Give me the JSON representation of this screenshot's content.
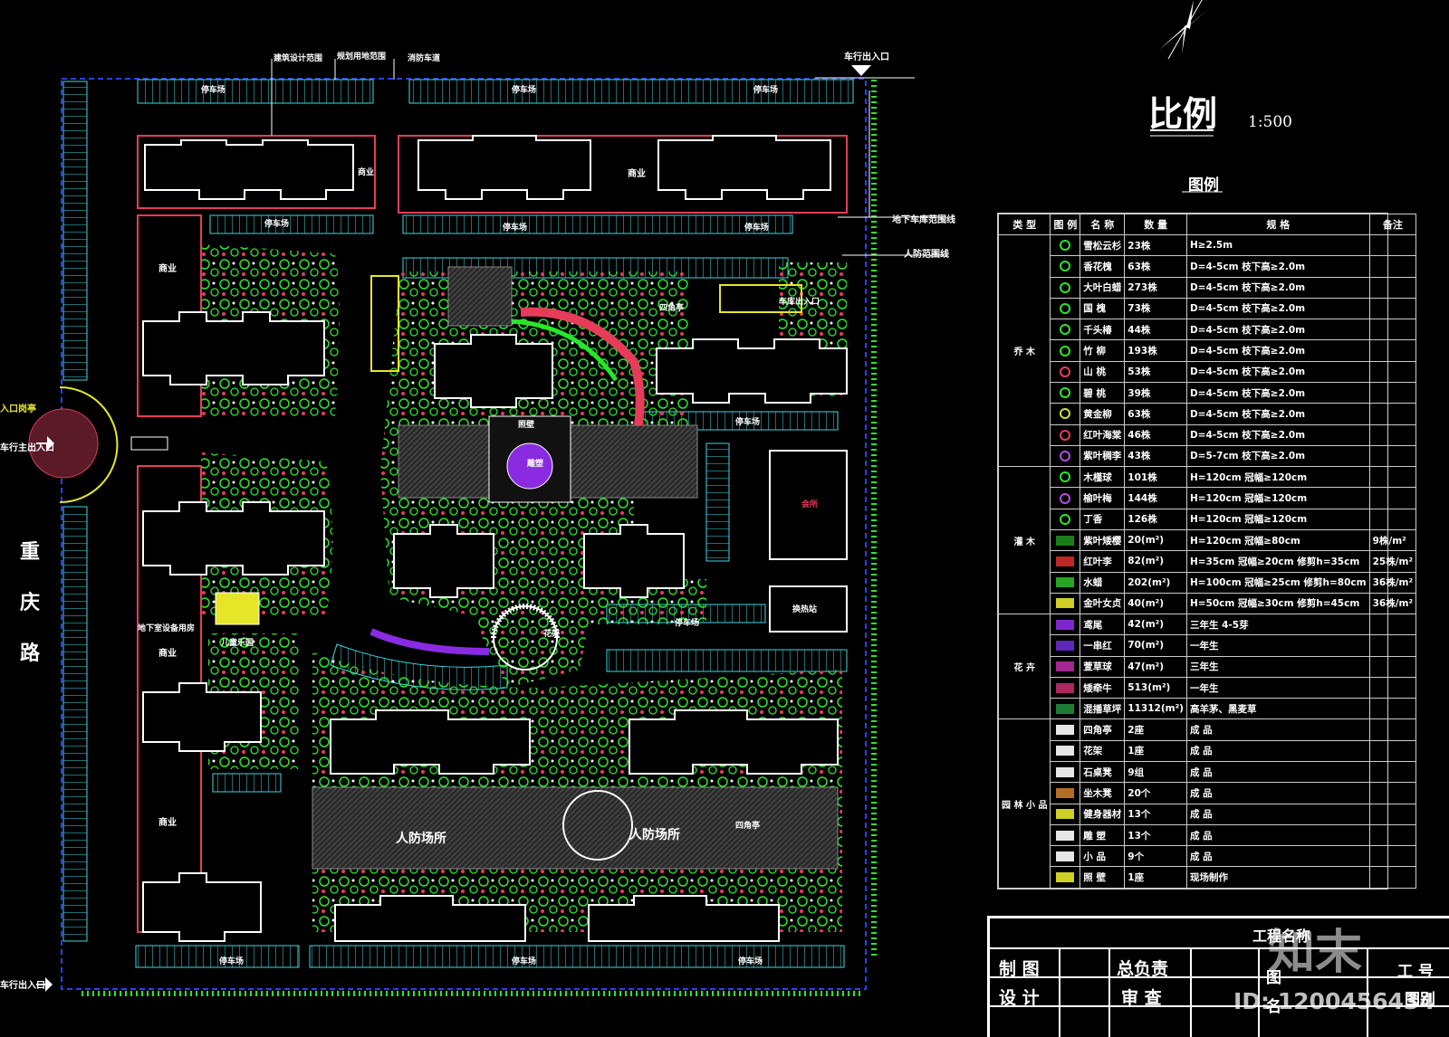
{
  "scale": {
    "title": "比例",
    "value": "1:500"
  },
  "legend_heading": "图例",
  "legend_headers": [
    "类 型",
    "图 例",
    "名 称",
    "数 量",
    "规 格",
    "备注"
  ],
  "legend_categories": {
    "trees": "乔 木",
    "shrubs": "灌 木",
    "flowers": "花 卉",
    "amenities": "园 林 小 品"
  },
  "legend_rows": [
    {
      "name": "雪松云杉",
      "qty": "23株",
      "spec": "H≥2.5m",
      "note": "",
      "cat": "trees",
      "color": "#29e629"
    },
    {
      "name": "香花槐",
      "qty": "63株",
      "spec": "D=4-5cm  枝下高≥2.0m",
      "note": "",
      "cat": "trees",
      "color": "#29e629"
    },
    {
      "name": "大叶白蜡",
      "qty": "273株",
      "spec": "D=4-5cm  枝下高≥2.0m",
      "note": "",
      "cat": "trees",
      "color": "#29e629"
    },
    {
      "name": "国 槐",
      "qty": "73株",
      "spec": "D=4-5cm  枝下高≥2.0m",
      "note": "",
      "cat": "trees",
      "color": "#29e629"
    },
    {
      "name": "千头椿",
      "qty": "44株",
      "spec": "D=4-5cm  枝下高≥2.0m",
      "note": "",
      "cat": "trees",
      "color": "#29e629"
    },
    {
      "name": "竹 柳",
      "qty": "193株",
      "spec": "D=4-5cm  枝下高≥2.0m",
      "note": "",
      "cat": "trees",
      "color": "#29e629"
    },
    {
      "name": "山 桃",
      "qty": "53株",
      "spec": "D=4-5cm  枝下高≥2.0m",
      "note": "",
      "cat": "trees",
      "color": "#e63c5a"
    },
    {
      "name": "碧 桃",
      "qty": "39株",
      "spec": "D=4-5cm  枝下高≥2.0m",
      "note": "",
      "cat": "trees",
      "color": "#29e629"
    },
    {
      "name": "黄金柳",
      "qty": "63株",
      "spec": "D=4-5cm  枝下高≥2.0m",
      "note": "",
      "cat": "trees",
      "color": "#c8e629"
    },
    {
      "name": "红叶海棠",
      "qty": "46株",
      "spec": "D=4-5cm  枝下高≥2.0m",
      "note": "",
      "cat": "trees",
      "color": "#e63c5a"
    },
    {
      "name": "紫叶稠李",
      "qty": "43株",
      "spec": "D=5-7cm  枝下高≥2.0m",
      "note": "",
      "cat": "trees",
      "color": "#b44ce6"
    },
    {
      "name": "木槿球",
      "qty": "101株",
      "spec": "H=120cm 冠幅≥120cm",
      "note": "",
      "cat": "shrubs",
      "color": "#29e629"
    },
    {
      "name": "榆叶梅",
      "qty": "144株",
      "spec": "H=120cm 冠幅≥120cm",
      "note": "",
      "cat": "shrubs",
      "color": "#b44ce6"
    },
    {
      "name": "丁香",
      "qty": "126株",
      "spec": "H=120cm 冠幅≥120cm",
      "note": "",
      "cat": "shrubs",
      "color": "#29e629"
    },
    {
      "name": "紫叶矮樱",
      "qty": "20(m²)",
      "spec": "H=120cm 冠幅≥80cm",
      "note": "9株/m²",
      "cat": "shrubs",
      "color": "#1f8a1f"
    },
    {
      "name": "红叶李",
      "qty": "82(m²)",
      "spec": "H=35cm 冠幅≥20cm  修剪h=35cm",
      "note": "25株/m²",
      "cat": "shrubs",
      "color": "#d42a2a"
    },
    {
      "name": "水蜡",
      "qty": "202(m²)",
      "spec": "H=100cm 冠幅≥25cm 修剪h=80cm",
      "note": "36株/m²",
      "cat": "shrubs",
      "color": "#29b629"
    },
    {
      "name": "金叶女贞",
      "qty": "40(m²)",
      "spec": "H=50cm 冠幅≥30cm  修剪h=45cm",
      "note": "36株/m²",
      "cat": "shrubs",
      "color": "#e6e629"
    },
    {
      "name": "鸢尾",
      "qty": "42(m²)",
      "spec": "三年生   4-5芽",
      "note": "",
      "cat": "flowers",
      "color": "#8a2be2"
    },
    {
      "name": "一串红",
      "qty": "70(m²)",
      "spec": "一年生",
      "note": "",
      "cat": "flowers",
      "color": "#6a2bd2"
    },
    {
      "name": "萱草球",
      "qty": "47(m²)",
      "spec": "三年生",
      "note": "",
      "cat": "flowers",
      "color": "#b42ba2"
    },
    {
      "name": "矮牵牛",
      "qty": "513(m²)",
      "spec": "一年生",
      "note": "",
      "cat": "flowers",
      "color": "#c02a6a"
    },
    {
      "name": "混播草坪",
      "qty": "11312(m²)",
      "spec": "高羊茅、黑麦草",
      "note": "",
      "cat": "flowers",
      "color": "#1f8a3a"
    },
    {
      "name": "四角亭",
      "qty": "2座",
      "spec": "成 品",
      "note": "",
      "cat": "amenities",
      "color": "#ffffff"
    },
    {
      "name": "花架",
      "qty": "1座",
      "spec": "成 品",
      "note": "",
      "cat": "amenities",
      "color": "#ffffff"
    },
    {
      "name": "石桌凳",
      "qty": "9组",
      "spec": "成 品",
      "note": "",
      "cat": "amenities",
      "color": "#ffffff"
    },
    {
      "name": "坐木凳",
      "qty": "20个",
      "spec": "成 品",
      "note": "",
      "cat": "amenities",
      "color": "#c8782a"
    },
    {
      "name": "健身器材",
      "qty": "13个",
      "spec": "成 品",
      "note": "",
      "cat": "amenities",
      "color": "#e6e629"
    },
    {
      "name": "雕 塑",
      "qty": "13个",
      "spec": "成 品",
      "note": "",
      "cat": "amenities",
      "color": "#ffffff"
    },
    {
      "name": "小 品",
      "qty": "9个",
      "spec": "成 品",
      "note": "",
      "cat": "amenities",
      "color": "#ffffff"
    },
    {
      "name": "照 壁",
      "qty": "1座",
      "spec": "现场制作",
      "note": "",
      "cat": "amenities",
      "color": "#e6e629"
    }
  ],
  "title_block": {
    "project_name": "工程名称",
    "drawn": "制 图",
    "chief": "总负责",
    "design": "设 计",
    "review": "审 查",
    "drawing_name": "图 名",
    "code": "工 号",
    "category": "图别"
  },
  "watermark": {
    "brand": "知末",
    "id": "ID: 1200456434"
  },
  "plan_labels": {
    "road_name": [
      "重",
      "庆",
      "路"
    ],
    "entrance_left": "入口岗亭",
    "vehicle_main": "车行主出入口",
    "vehicle_secondary": "车行出入口",
    "vehicle_top": "车行出入口",
    "building_line": "建筑设计范围",
    "planning_line": "规划用地范围",
    "fire_lane": "消防车道",
    "underground_line": "地下车库范围线",
    "civil_defense_line": "人防范围线",
    "parking": "停车场",
    "commercial": "商业",
    "underground_room": "地下室设备用房",
    "kids_area": "儿童乐园",
    "pavilion": "四角亭",
    "garage_entry": "车库出入口",
    "pergola": "花架",
    "civil_defense": "人防场所",
    "clubhouse": "会所",
    "station": "换热站",
    "sculpture": "雕塑",
    "screen_wall": "照壁"
  },
  "colors": {
    "cyan": "#3fd8e0",
    "green": "#29e629",
    "red": "#e63c5a",
    "blue": "#2840ff",
    "white": "#ffffff",
    "yellow": "#e6e629"
  }
}
